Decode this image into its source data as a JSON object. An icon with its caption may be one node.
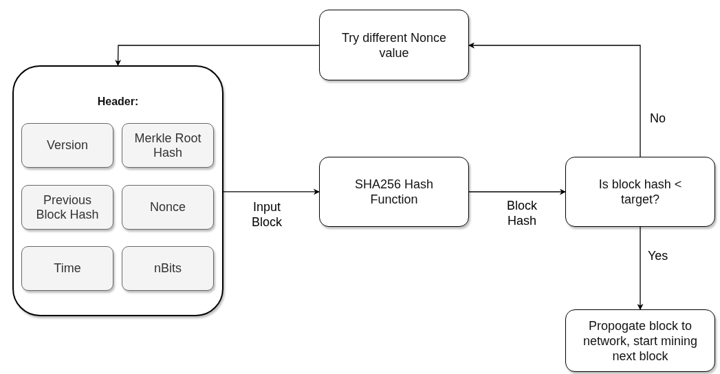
{
  "diagram": {
    "nodes": [
      {
        "text": [
          "Header:"
        ]
      },
      {
        "text": [
          "Version"
        ],
        "in": 0
      },
      {
        "text": [
          "Merkle Root Hash"
        ],
        "in": 0
      },
      {
        "text": [
          "Previous Block Hash"
        ],
        "in": 0
      },
      {
        "text": [
          "Nonce"
        ],
        "in": 0
      },
      {
        "text": [
          "Time"
        ],
        "in": 0
      },
      {
        "text": [
          "nBits"
        ],
        "in": 0
      },
      {
        "text": [
          "Try different Nonce value"
        ]
      },
      {
        "text": [
          "SHA256 Hash Function"
        ]
      },
      {
        "text": [
          "Is block hash < target?"
        ]
      },
      {
        "text": [
          "Propogate block to network, start mining next block"
        ]
      }
    ],
    "edges": [
      {
        "from": 0,
        "to": 8,
        "arrow": "to",
        "label": "Input Block"
      },
      {
        "from": 8,
        "to": 9,
        "arrow": "to",
        "label": "Block Hash"
      },
      {
        "from": 9,
        "to": 7,
        "arrow": "to",
        "label": "No"
      },
      {
        "from": 9,
        "to": 10,
        "arrow": "to",
        "label": "Yes"
      },
      {
        "from": 7,
        "to": 0,
        "arrow": "to"
      }
    ]
  }
}
